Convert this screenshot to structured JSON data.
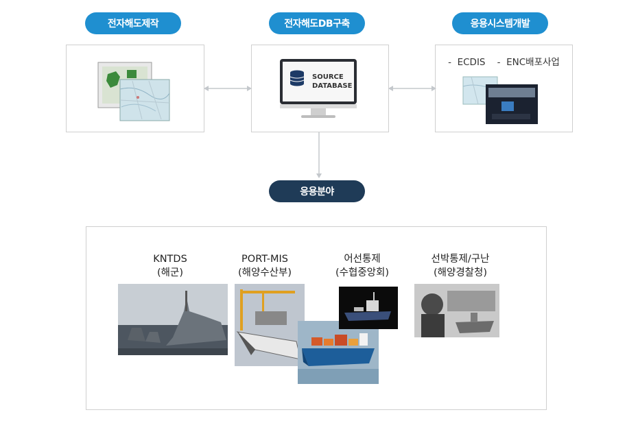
{
  "top": {
    "chart_making": "전자해도제작",
    "db_building": "전자해도DB구축",
    "app_dev": "응용시스템개발",
    "source_db_line1": "SOURCE",
    "source_db_line2": "DATABASE",
    "app_dev_items": "-  ECDIS    -  ENC배포사업"
  },
  "middle": {
    "application_field": "응용분야"
  },
  "fields": [
    {
      "name": "KNTDS",
      "sub": "(해군)"
    },
    {
      "name": "PORT-MIS",
      "sub": "(해양수산부)"
    },
    {
      "name": "어선통제",
      "sub": "(수협중앙회)"
    },
    {
      "name": "선박통제/구난",
      "sub": "(해양경찰청)"
    }
  ],
  "colors": {
    "pill_blue": "#1f8fd0",
    "pill_navy": "#1f3b57",
    "arrow_gray": "#c4c8cc"
  }
}
